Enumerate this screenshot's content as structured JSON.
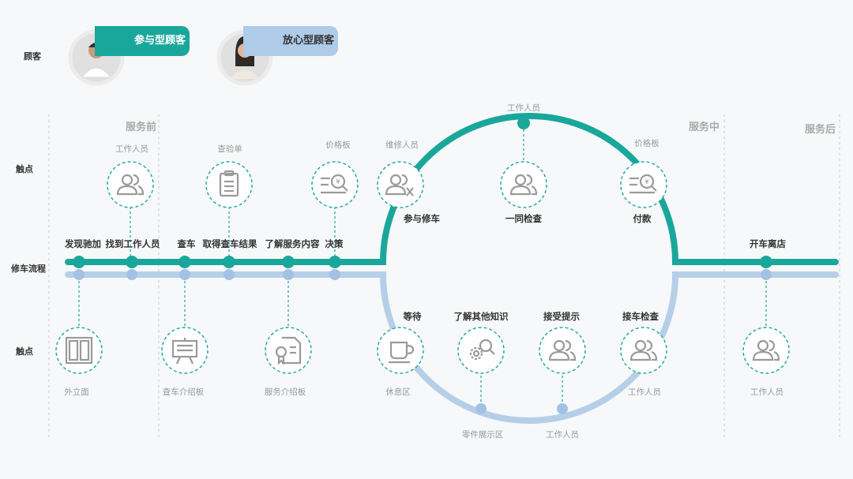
{
  "labels": {
    "customer": "顾客",
    "touchpoint_top": "触点",
    "process": "修车流程",
    "touchpoint_bottom": "触点"
  },
  "personas": [
    {
      "name": "参与型顾客",
      "color": "#1aa79b",
      "text_color": "#ffffff"
    },
    {
      "name": "放心型顾客",
      "color": "#aecbe8",
      "text_color": "#333333"
    }
  ],
  "phases": {
    "before": "服务前",
    "during": "服务中",
    "after": "服务后"
  },
  "process_steps": {
    "s1": "发现驰加",
    "s2": "找到工作人员",
    "s3": "查车",
    "s4": "取得查车结果",
    "s5": "了解服务内容",
    "s6": "决策",
    "s7": "参与修车",
    "s8": "一同检查",
    "s9": "付款",
    "s10": "开车离店",
    "s11": "等待",
    "s12": "了解其他知识",
    "s13": "接受提示",
    "s14": "接车检查"
  },
  "touchpoints": {
    "t1": "工作人员",
    "t2": "查验单",
    "t3": "价格板",
    "t4": "维修人员",
    "t5": "工作人员",
    "t6": "价格板",
    "b1": "外立面",
    "b2": "查车介绍板",
    "b3": "服务介绍板",
    "b4": "休息区",
    "b5": "零件展示区",
    "b6": "工作人员",
    "b7": "工作人员",
    "b8": "工作人员"
  },
  "colors": {
    "teal": "#1aa79b",
    "blue": "#b6cfe8",
    "icon": "#9a9a9a"
  }
}
